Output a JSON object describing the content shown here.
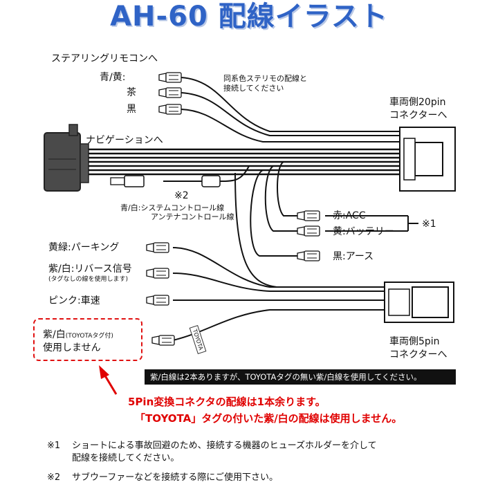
{
  "title": "AH-60 配線イラスト",
  "labels": {
    "steering": "ステアリングリモコンへ",
    "blue_yellow": "青/黄:",
    "brown": "茶",
    "black": "黒",
    "same_color_1": "同系色ステリモの配線と",
    "same_color_2": "接続してください",
    "conn20_1": "車両側20pin",
    "conn20_2": "コネクターへ",
    "navi": "ナビゲーションへ",
    "mark2": "※2",
    "blue_white_1": "青/白:システムコントロール線",
    "blue_white_2": "アンテナコントロール線",
    "red_acc": "赤:ACC",
    "yellow_batt": "黄:バッテリー",
    "mark1": "※1",
    "black_earth": "黒:アース",
    "yg_parking": "黄緑:パーキング",
    "pw_reverse": "紫/白:リバース信号",
    "pw_reverse_sub": "(タグなしの線を使用します)",
    "pink_speed": "ピンク:車速",
    "pw_toyota_1": "紫/白",
    "pw_toyota_1b": "(TOYOTAタグ付)",
    "pw_toyota_2": "使用しません",
    "toyota_tag": "TOYOTA",
    "conn5_1": "車両側5pin",
    "conn5_2": "コネクターへ"
  },
  "banner": "紫/白線は2本ありますが、TOYOTAタグの無い紫/白線を使用してください。",
  "warning_1": "5Pin変換コネクタの配線は1本余ります。",
  "warning_2": "「TOYOTA」タグの付いた紫/白の配線は使用しません。",
  "notes": {
    "n1_mark": "※1",
    "n1_line1": "ショートによる事故回避のため、接続する機器のヒューズホルダーを介して",
    "n1_line2": "配線を接続してください。",
    "n2_mark": "※2",
    "n2_line1": "サブウーファーなどを接続する際にご使用下さい。"
  },
  "colors": {
    "title": "#2f63c6",
    "warning": "#e00000",
    "wire": "#111111",
    "connector": "#444444"
  }
}
